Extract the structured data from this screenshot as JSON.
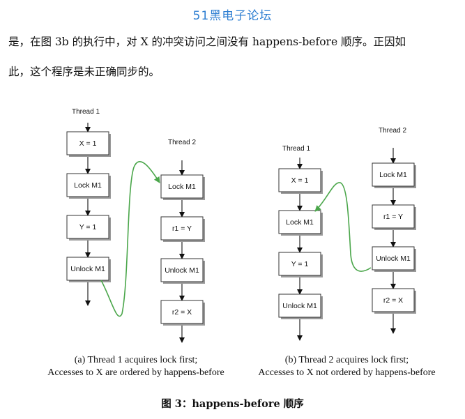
{
  "header": {
    "site_title": "51黑电子论坛"
  },
  "body_text": {
    "line1": "是，在图 3b 的执行中，对 X 的冲突访问之间没有 happens-before 顺序。正因如",
    "line2": "此，这个程序是未正确同步的。"
  },
  "figure": {
    "panel_a": {
      "thread1": {
        "label": "Thread 1",
        "ops": [
          "X = 1",
          "Lock M1",
          "Y = 1",
          "Unlock M1"
        ]
      },
      "thread2": {
        "label": "Thread 2",
        "ops": [
          "Lock M1",
          "r1 = Y",
          "Unlock M1",
          "r2 = X"
        ]
      },
      "caption_line1": "(a) Thread 1 acquires lock first;",
      "caption_line2": "Accesses to X are ordered by happens-before"
    },
    "panel_b": {
      "thread1": {
        "label": "Thread 1",
        "ops": [
          "X = 1",
          "Lock M1",
          "Y = 1",
          "Unlock M1"
        ]
      },
      "thread2": {
        "label": "Thread 2",
        "ops": [
          "Lock M1",
          "r1 = Y",
          "Unlock M1",
          "r2 = X"
        ]
      },
      "caption_line1": "(b) Thread 2 acquires lock first;",
      "caption_line2": "Accesses to X not ordered by happens-before"
    },
    "title": "图 3：happens-before 顺序",
    "colors": {
      "sync_edge": "#4aa64a",
      "box_border": "#333333",
      "site_title": "#2f7fd2"
    }
  }
}
